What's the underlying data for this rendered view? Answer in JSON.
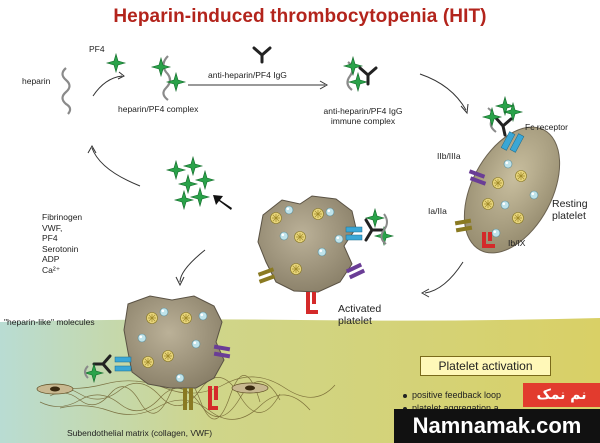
{
  "title": "Heparin-induced thrombocytopenia (HIT)",
  "labels": {
    "heparin": "heparin",
    "pf4": "PF4",
    "complex": "heparin/PF4 complex",
    "igg": "anti-heparin/PF4 IgG",
    "immune_line1": "anti-heparin/PF4 IgG",
    "immune_line2": "immune complex",
    "fc_receptor": "Fc receptor",
    "iib_iiia": "IIb/IIIa",
    "ia_iia": "Ia/IIa",
    "ib_ix": "Ib/IX",
    "resting_line1": "Resting",
    "resting_line2": "platelet",
    "activated_line1": "Activated",
    "activated_line2": "platelet",
    "heparin_like": "\"heparin-like\" molecules",
    "subendothelial": "Subendothelial matrix (collagen, VWF)"
  },
  "factors": [
    "Fibrinogen",
    "VWF,",
    "PF4",
    "Serotonin",
    "ADP",
    "Ca²⁺"
  ],
  "activation": {
    "title": "Platelet activation",
    "bullets": [
      "positive feedback loop",
      "platelet aggregation a"
    ]
  },
  "watermark": {
    "persian": "نم نمک",
    "site": "Namnamak.com"
  },
  "colors": {
    "title": "#b3241c",
    "platelet": "#a59a84",
    "resting_platelet": "#b5ab8e",
    "pf4_star": "#2aa24a",
    "igg": "#222222",
    "fc_receptor": "#3aa7d6",
    "iib_iiia": "#6a3d96",
    "ia_iia": "#8a7a22",
    "ib_ix": "#d42a2a",
    "ground": "#d6cf6a",
    "water": "#b8dde0"
  }
}
